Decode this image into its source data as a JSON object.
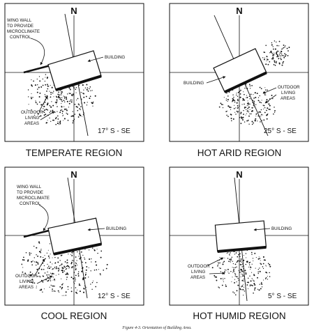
{
  "north": "N",
  "caption": "Figure 4-3. Orientation of Building Area.",
  "panels": [
    {
      "region": "TEMPERATE  REGION",
      "angle": "17° S - SE",
      "building": "BUILDING",
      "outdoor": [
        "OUTDOOR",
        "LIVING",
        "AREAS"
      ],
      "wingwall": [
        "WING WALL",
        "TO PROVIDE",
        "MICROCLIMATE",
        "CONTROL"
      ]
    },
    {
      "region": "HOT ARID REGION",
      "angle": "25° S - SE",
      "building": "BUILDING",
      "outdoor": [
        "OUTDOOR",
        "LIVING",
        "AREAS"
      ]
    },
    {
      "region": "COOL  REGION",
      "angle": "12° S - SE",
      "building": "BUILDING",
      "outdoor": [
        "OUTDOOR",
        "LIVING",
        "AREAS"
      ],
      "wingwall": [
        "WING WALL",
        "TO PROVIDE",
        "MICROCLIMATE",
        "CONTROL"
      ]
    },
    {
      "region": "HOT HUMID REGION",
      "angle": "5° S - SE",
      "building": "BUILDING",
      "outdoor": [
        "OUTDOOR",
        "LIVING",
        "AREAS"
      ]
    }
  ]
}
